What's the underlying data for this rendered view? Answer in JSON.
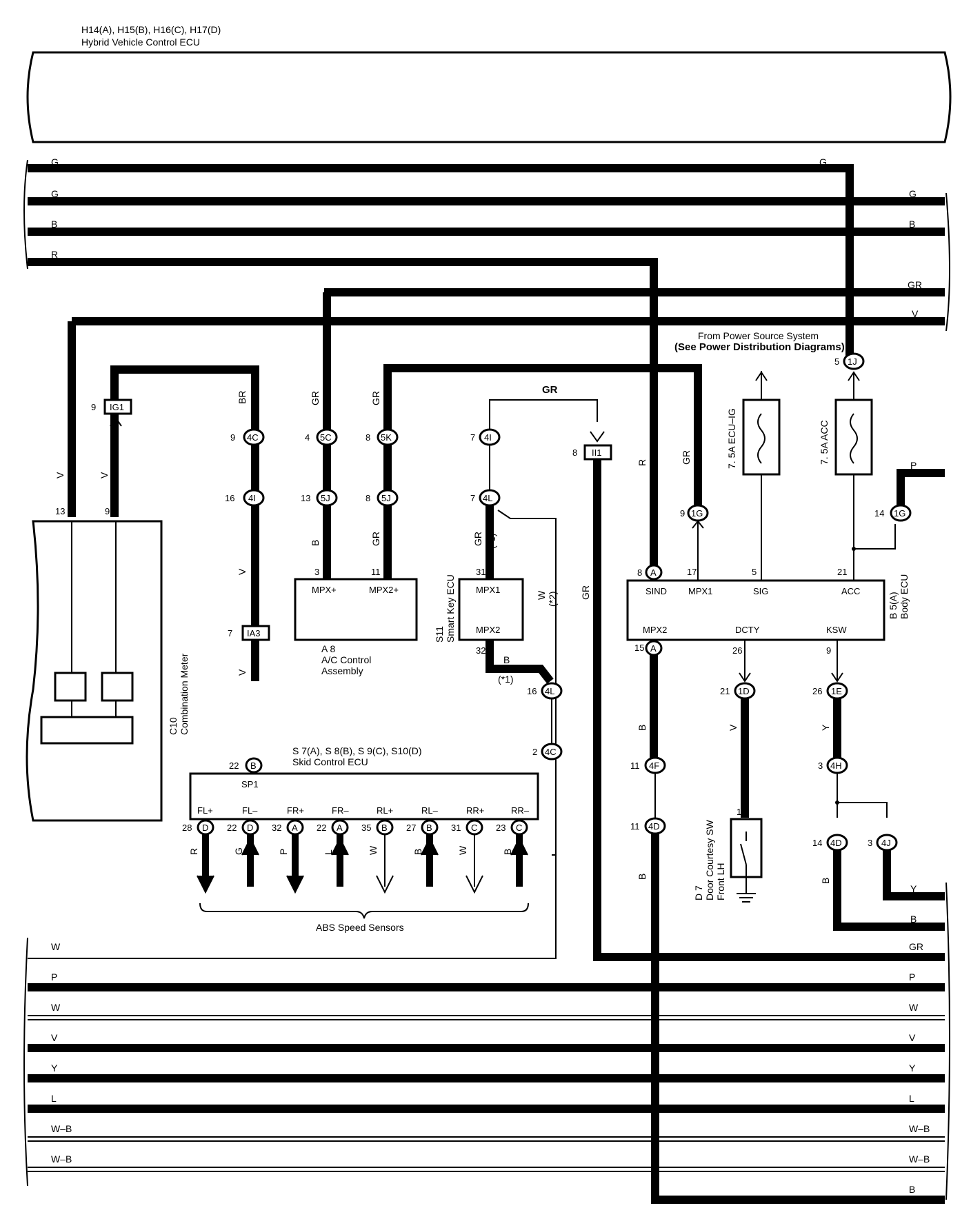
{
  "hv_ecu": {
    "connectors": "H14(A), H15(B), H16(C), H17(D)",
    "name": "Hybrid Vehicle Control ECU"
  },
  "top_bus": [
    {
      "left": "G",
      "right": "G"
    },
    {
      "left": "G",
      "right": "G"
    },
    {
      "left": "B",
      "right": "B"
    },
    {
      "left": "R",
      "right": ""
    },
    {
      "left": "",
      "right": "GR"
    },
    {
      "left": "",
      "right": "V"
    }
  ],
  "bottom_bus": [
    {
      "left": "W",
      "right": "GR"
    },
    {
      "left": "P",
      "right": "P"
    },
    {
      "left": "W",
      "right": "W"
    },
    {
      "left": "V",
      "right": "V"
    },
    {
      "left": "Y",
      "right": "Y"
    },
    {
      "left": "L",
      "right": "L"
    },
    {
      "left": "W–B",
      "right": "W–B"
    },
    {
      "left": "W–B",
      "right": "W–B"
    },
    {
      "left": "",
      "right": "B"
    }
  ],
  "power_source": {
    "line1": "From Power Source System",
    "line2": "(See Power Distribution Diagrams)"
  },
  "fuses": {
    "ecu_ig": "7. 5A ECU–IG",
    "acc": "7. 5A ACC"
  },
  "combination_meter": {
    "id": "C10",
    "name": "Combination Meter",
    "pin_13": "13",
    "pin_9": "9",
    "wire_13": "V",
    "wire_9": "V"
  },
  "ac_control": {
    "id": "A 8",
    "name_line1": "A/C Control",
    "name_line2": "Assembly",
    "term_mpx": "MPX+",
    "term_mpx2": "MPX2+",
    "pin_mpx": "3",
    "pin_mpx2": "11"
  },
  "smart_key": {
    "id": "S11",
    "name": "Smart Key ECU",
    "term_mpx1": "MPX1",
    "term_mpx2": "MPX2",
    "pin_31": "31",
    "pin_32": "32"
  },
  "skid_control": {
    "connectors": "S 7(A), S 8(B), S 9(C), S10(D)",
    "name": "Skid Control ECU",
    "sp1": "SP1",
    "terminals": [
      {
        "name": "FL+",
        "pin": "28",
        "conn": "D",
        "wire": "R",
        "dir": "out"
      },
      {
        "name": "FL–",
        "pin": "22",
        "conn": "D",
        "wire": "G",
        "dir": "in"
      },
      {
        "name": "FR+",
        "pin": "32",
        "conn": "A",
        "wire": "P",
        "dir": "out"
      },
      {
        "name": "FR–",
        "pin": "22",
        "conn": "A",
        "wire": "L",
        "dir": "in"
      },
      {
        "name": "RL+",
        "pin": "35",
        "conn": "B",
        "wire": "W",
        "dir": "out"
      },
      {
        "name": "RL–",
        "pin": "27",
        "conn": "B",
        "wire": "B",
        "dir": "in"
      },
      {
        "name": "RR+",
        "pin": "31",
        "conn": "C",
        "wire": "W",
        "dir": "out"
      },
      {
        "name": "RR–",
        "pin": "23",
        "conn": "C",
        "wire": "B",
        "dir": "in"
      }
    ],
    "sensors_label": "ABS Speed Sensors"
  },
  "body_ecu": {
    "id": "B 5(A)",
    "name": "Body ECU",
    "term_sind": "SIND",
    "term_mpx1": "MPX1",
    "term_sig": "SIG",
    "term_acc": "ACC",
    "term_mpx2": "MPX2",
    "term_dcty": "DCTY",
    "term_ksw": "KSW",
    "pin_8": "8",
    "pin_17": "17",
    "pin_5": "5",
    "pin_21": "21",
    "pin_15": "15",
    "pin_26": "26",
    "pin_9": "9",
    "conn_a": "A"
  },
  "door_sw": {
    "id": "D 7",
    "name_line1": "Door Courtesy SW",
    "name_line2": "Front LH",
    "pin": "1"
  },
  "junctions": {
    "ig1": {
      "label": "IG1",
      "pin": "9"
    },
    "ia3": {
      "label": "IA3",
      "pin": "7"
    },
    "ii1": {
      "label": "II1",
      "pin": "8"
    },
    "c4c_top": {
      "label": "4C",
      "pin": "9"
    },
    "c4i_a": {
      "label": "4I",
      "pin": "16"
    },
    "c5c": {
      "label": "5C",
      "pin": "4"
    },
    "c5j": {
      "label": "5J",
      "pin": "13"
    },
    "c5k": {
      "label": "5K",
      "pin": "8"
    },
    "c5j2": {
      "label": "5J",
      "pin": "8"
    },
    "c4i_b": {
      "label": "4I",
      "pin": "7"
    },
    "c4l": {
      "label": "4L",
      "pin": "7"
    },
    "c4l2": {
      "label": "4L",
      "pin": "16"
    },
    "c4c2": {
      "label": "4C",
      "pin": "2"
    },
    "c1g": {
      "label": "1G",
      "pin": "9"
    },
    "c1g2": {
      "label": "1G",
      "pin": "14"
    },
    "c1j": {
      "label": "1J",
      "pin": "5"
    },
    "c4f": {
      "label": "4F",
      "pin": "11"
    },
    "c4d": {
      "label": "4D",
      "pin": "11"
    },
    "c1d": {
      "label": "1D",
      "pin": "21"
    },
    "c1e": {
      "label": "1E",
      "pin": "26"
    },
    "c4h": {
      "label": "4H",
      "pin": "3"
    },
    "c4d2": {
      "label": "4D",
      "pin": "14"
    },
    "c4j": {
      "label": "4J",
      "pin": "3"
    },
    "skid_b": {
      "label": "B",
      "pin": "22"
    }
  },
  "wire_labels": {
    "br": "BR",
    "v": "V",
    "gr": "GR",
    "b": "B",
    "r": "R",
    "y": "Y",
    "p": "P",
    "w": "W",
    "gr_top": "GR",
    "note1": "(*1)",
    "note2": "(*2)"
  }
}
